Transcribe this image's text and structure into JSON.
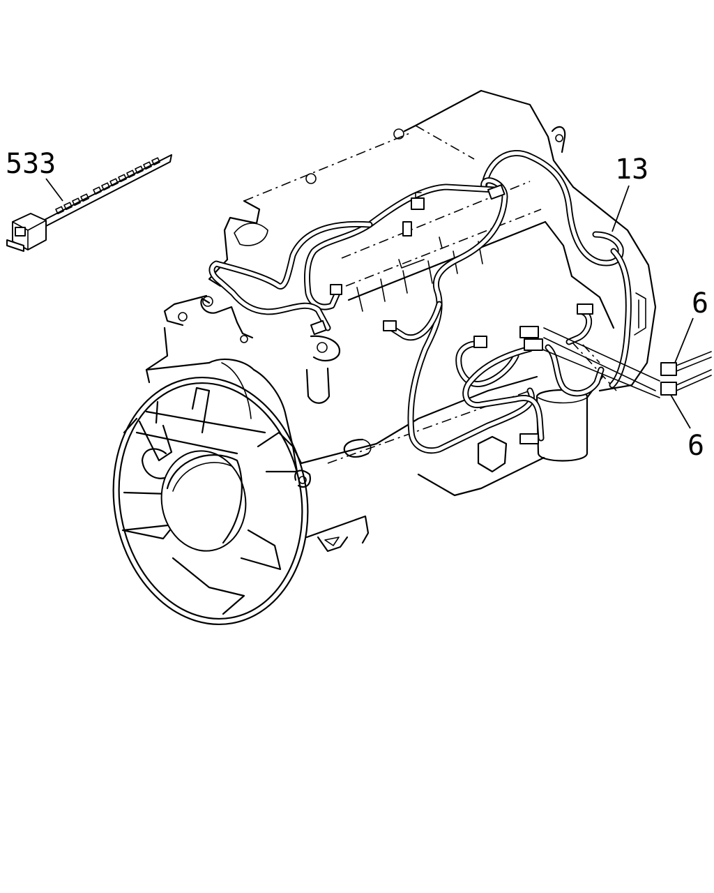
{
  "callouts": [
    {
      "id": "cable-tie",
      "text": "533"
    },
    {
      "id": "wiring-harness",
      "text": "13"
    },
    {
      "id": "connector-upper",
      "text": "6"
    },
    {
      "id": "connector-lower",
      "text": "6"
    }
  ],
  "colors": {
    "ink": "#000000",
    "paper": "#ffffff"
  }
}
